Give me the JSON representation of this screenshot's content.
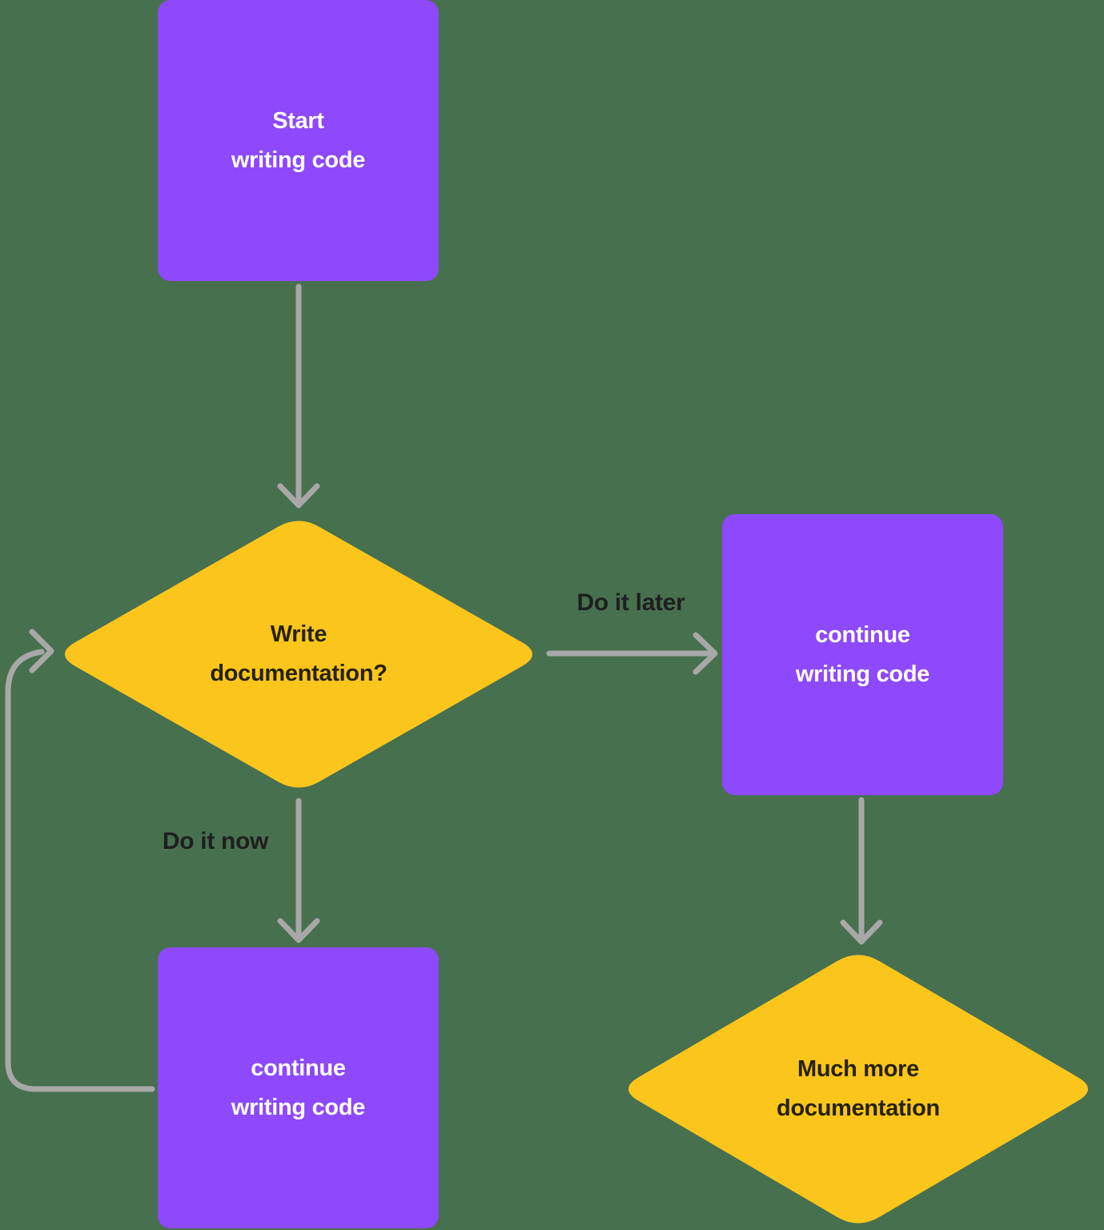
{
  "diagram_type": "flowchart",
  "colors": {
    "background": "#47704F",
    "node_purple": "#8D49FB",
    "node_yellow": "#FBC51C",
    "arrow_gray": "#A8A8A8",
    "text_on_purple": "#FFFFFF",
    "text_on_yellow": "#26220C",
    "edge_label_text": "#1F1F1F"
  },
  "nodes": {
    "start": {
      "shape": "rounded-rect",
      "fill": "purple",
      "line1": "Start",
      "line2": "writing code"
    },
    "write_documentation": {
      "shape": "diamond",
      "fill": "yellow",
      "line1": "Write",
      "line2": "documentation?"
    },
    "continue_later": {
      "shape": "rounded-rect",
      "fill": "purple",
      "line1": "continue",
      "line2": "writing code"
    },
    "continue_now": {
      "shape": "rounded-rect",
      "fill": "purple",
      "line1": "continue",
      "line2": "writing code"
    },
    "much_more_documentation": {
      "shape": "diamond",
      "fill": "yellow",
      "line1": "Much more",
      "line2": "documentation"
    }
  },
  "edges": {
    "start_to_decision": {
      "from": "start",
      "to": "write_documentation",
      "label": ""
    },
    "do_it_later": {
      "from": "write_documentation",
      "to": "continue_later",
      "label": "Do it later"
    },
    "do_it_now": {
      "from": "write_documentation",
      "to": "continue_now",
      "label": "Do it now"
    },
    "later_to_more_docs": {
      "from": "continue_later",
      "to": "much_more_documentation",
      "label": ""
    },
    "loop_back": {
      "from": "continue_now",
      "to": "write_documentation",
      "label": ""
    }
  }
}
